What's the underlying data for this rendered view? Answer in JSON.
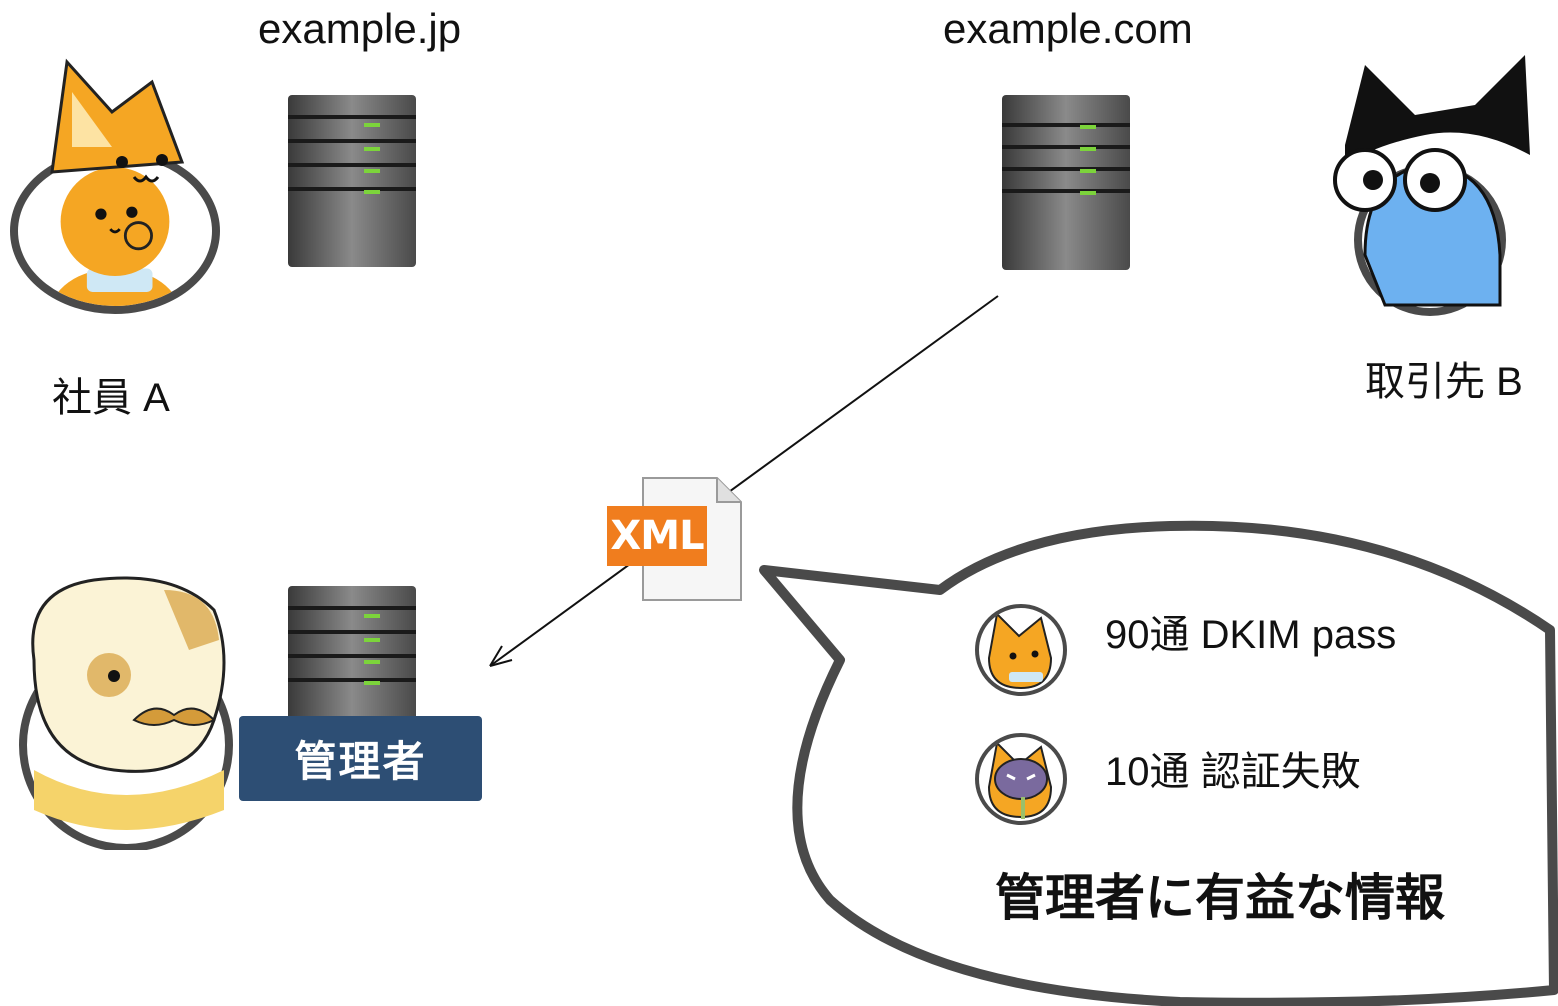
{
  "domains": {
    "jp": "example.jp",
    "com": "example.com"
  },
  "people": {
    "employee": "社員 A",
    "partner": "取引先 B",
    "admin": "管理者"
  },
  "report": {
    "icon_label": "XML"
  },
  "bubble": {
    "line1": "90通 DKIM pass",
    "line2": "10通 認証失敗",
    "title": "管理者に有益な情報"
  },
  "icons": {
    "employee": "orange-cat-icon",
    "partner": "blue-cat-icon",
    "admin": "dog-icon",
    "server": "server-icon",
    "xml": "xml-file-icon",
    "fail_sender": "purple-cat-icon"
  },
  "colors": {
    "admin_badge": "#2d4e74",
    "xml_orange": "#f07d1e",
    "server_led": "#7cd43b"
  }
}
